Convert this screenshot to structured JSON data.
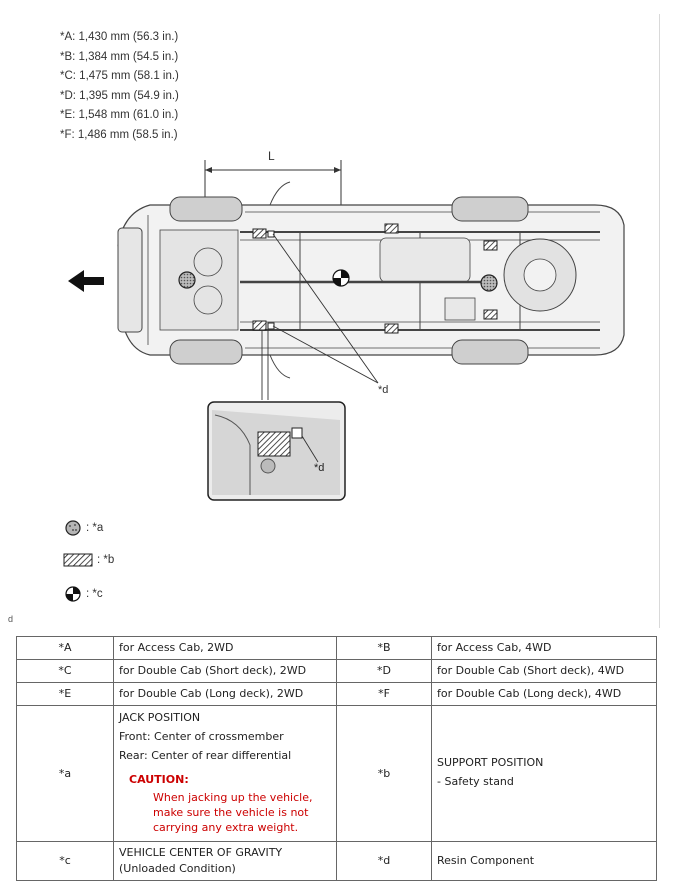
{
  "dimensions": [
    "*A: 1,430 mm (56.3 in.)",
    "*B: 1,384 mm (54.5 in.)",
    "*C: 1,475 mm (58.1 in.)",
    "*D: 1,395 mm (54.9 in.)",
    "*E: 1,548 mm (61.0 in.)",
    "*F: 1,486 mm (58.5 in.)"
  ],
  "figure": {
    "dim_label": "L",
    "callout": "*d",
    "figure_id": "d"
  },
  "legend": [
    {
      "icon": "jack-point-icon",
      "label": ": *a"
    },
    {
      "icon": "support-stand-icon",
      "label": ": *b"
    },
    {
      "icon": "center-of-gravity-icon",
      "label": ": *c"
    }
  ],
  "table": {
    "rows": [
      {
        "c1": "*A",
        "d1": "for Access Cab, 2WD",
        "c2": "*B",
        "d2": "for Access Cab, 4WD"
      },
      {
        "c1": "*C",
        "d1": "for Double Cab (Short deck), 2WD",
        "c2": "*D",
        "d2": "for Double Cab (Short deck), 4WD"
      },
      {
        "c1": "*E",
        "d1": "for Double Cab (Long deck), 2WD",
        "c2": "*F",
        "d2": "for Double Cab (Long deck), 4WD"
      }
    ],
    "jack": {
      "code": "*a",
      "title": "JACK POSITION",
      "front": "Front: Center of crossmember",
      "rear": "Rear: Center of rear differential",
      "caution_title": "CAUTION:",
      "caution_text": "When jacking up the vehicle, make sure the vehicle is not carrying any extra weight."
    },
    "support": {
      "code": "*b",
      "title": "SUPPORT POSITION",
      "item": "- Safety stand"
    },
    "cog": {
      "code": "*c",
      "title": "VEHICLE CENTER OF GRAVITY",
      "subtitle": "(Unloaded Condition)"
    },
    "resin": {
      "code": "*d",
      "desc": "Resin Component"
    }
  },
  "colors": {
    "caution": "#cc0000",
    "border": "#666666"
  }
}
